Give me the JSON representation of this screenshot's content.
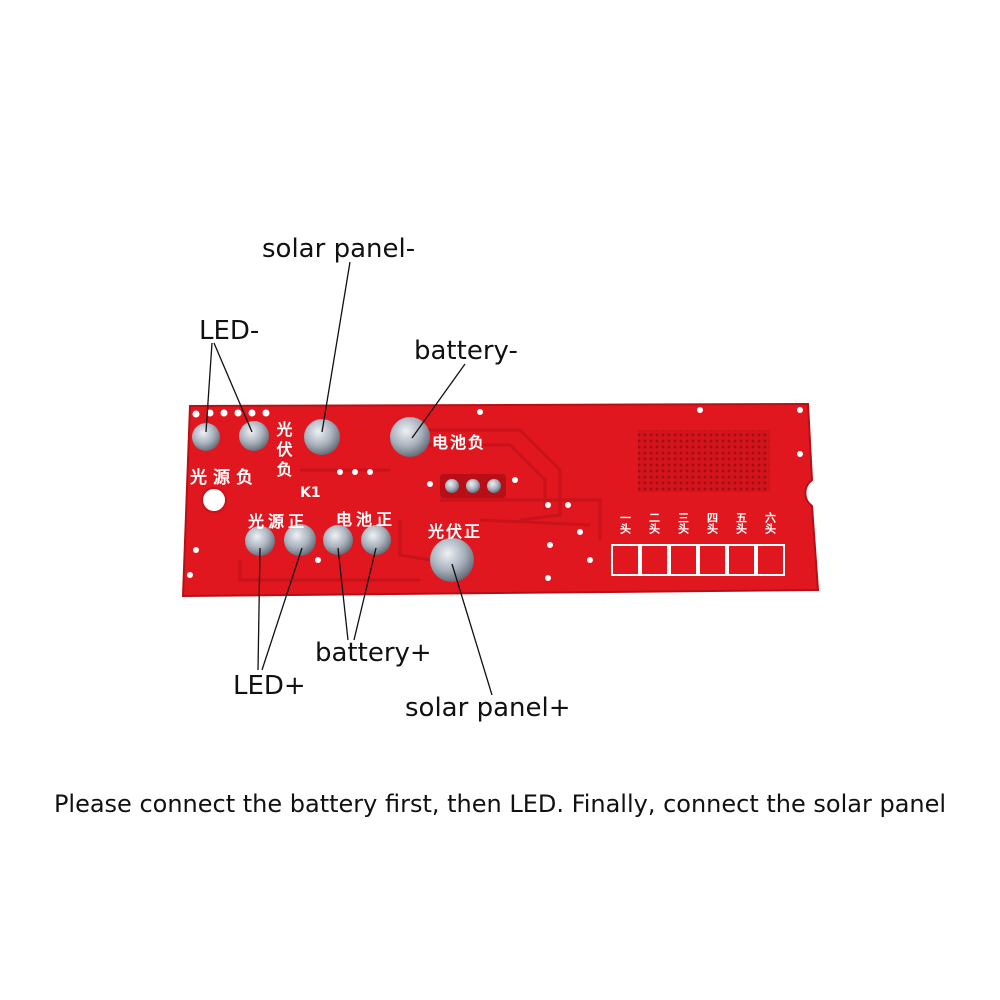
{
  "colors": {
    "pcb": "#e0171f",
    "pcb_dark": "#b80f16",
    "pcb_trace": "#c91219",
    "silk": "#ffffff",
    "pad": "#a9b1bd",
    "pad_shadow": "#5c6470",
    "leader": "#111111",
    "text": "#111111"
  },
  "callouts": {
    "solar_panel_neg": "solar panel-",
    "led_neg": "LED-",
    "battery_neg": "battery-",
    "battery_pos": "battery+",
    "led_pos": "LED+",
    "solar_panel_pos": "solar panel+"
  },
  "silkscreen": {
    "light_source_neg": "光源负",
    "pv_neg": "光伏负",
    "battery_neg": "电池负",
    "light_source_pos": "光源正",
    "battery_pos": "电池正",
    "pv_pos": "光伏正",
    "k1": "K1",
    "modes": [
      "一头",
      "二头",
      "三头",
      "四头",
      "五头",
      "六头"
    ]
  },
  "instruction": "Please connect the battery first, then LED. Finally, connect the solar panel"
}
